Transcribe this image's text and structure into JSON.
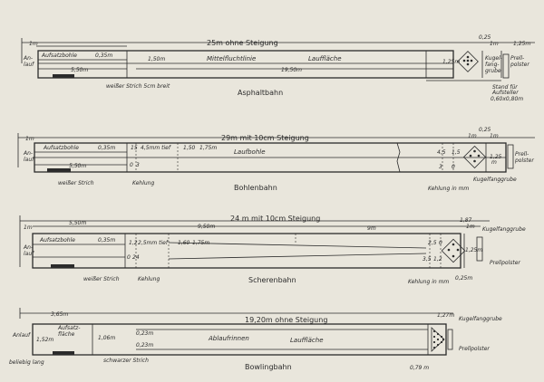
{
  "asphalt": {
    "title": "Asphaltbahn",
    "top_dim": "25m ohne Steigung",
    "left_1m": "1m",
    "anlauf": "An-",
    "anlauf2": "lauf",
    "aufsatzbohle": "Aufsatzbohle",
    "d_035": "0,35m",
    "d_550": "5,50m",
    "d_150": "1,50m",
    "mittelfluchtlinie": "Mittelfluchtlinie",
    "laufflaeche": "Lauffläche",
    "d_1950": "19,50m",
    "weisser_strich": "weißer Strich 5cm breit",
    "d_025": "0,25",
    "d_1m": "1m",
    "d_125": "1,25m",
    "d_125v": "1,25m",
    "kugelfanggrube": "Kugel-",
    "kugelfanggrube2": "fang-",
    "kugelfanggrube3": "grube",
    "prellpolster": "Prell-",
    "prellpolster2": "polster",
    "stand1": "Stand für",
    "stand2": "Aufsteller",
    "stand3": "0,60x0,80m"
  },
  "bohlen": {
    "title": "Bohlenbahn",
    "top_dim": "29m mit 10cm Steigung",
    "left_1m": "1m",
    "anlauf": "An-",
    "anlauf2": "lauf",
    "aufsatzbohle": "Aufsatzbohle",
    "d_035": "0,35m",
    "d_15": "15",
    "d_45": "4,5mm tief",
    "d_150": "1,50",
    "d_175": "1,75m",
    "laufbohle": "Laufbohle",
    "d_550": "5,50m",
    "d_0": "0",
    "d_3": "3",
    "weisser_strich": "weißer Strich",
    "kehlung": "Kehlung",
    "kehlung_mm": "Kehlung in mm",
    "d_025": "0,25",
    "d_1m": "1m",
    "d_1m2": "1m",
    "d_45b": "4,5",
    "d_15b": "1,5",
    "d_3b": "3",
    "d_0b": "0",
    "d_125v": "1,25",
    "d_125v2": "m",
    "prellpolster": "Prell-",
    "prellpolster2": "polster",
    "kugelfanggrube": "Kugelfanggrube"
  },
  "scheren": {
    "title": "Scherenbahn",
    "top_dim": "24 m mit 10cm Steigung",
    "left_1m": "1m",
    "anlauf": "An-",
    "anlauf2": "lauf",
    "d_550": "5,50m",
    "d_950": "9,50m",
    "d_9m": "9m",
    "aufsatzbohle": "Aufsatzbohle",
    "d_035": "0,35m",
    "d_12": "1,2",
    "d_25": "2,5mm tief",
    "d_160": "1,60",
    "d_175": "1,75m",
    "d_0": "0",
    "d_24": "24",
    "weisser_strich": "weißer Strich",
    "kehlung": "Kehlung",
    "kehlung_mm": "Kehlung in mm",
    "d_187": "1,87",
    "d_1m": "1m",
    "kugelfanggrube": "Kugelfanggrube",
    "prellpolster": "Prellpolster",
    "d_125v": "1,25m",
    "d_025": "0,25m",
    "d_25b": "2,5",
    "d_0b": "0",
    "d_35": "3,5",
    "d_12b": "1,2"
  },
  "bowling": {
    "title": "Bowlingbahn",
    "top_dim": "19,20m ohne Steigung",
    "d_365": "3,65m",
    "anlauf": "Anlauf",
    "anlauf_len": "beliebig lang",
    "d_152": "1,52m",
    "aufsatzflaeche": "Aufsatz-",
    "aufsatzflaeche2": "fläche",
    "d_106": "1,06m",
    "d_023a": "0,23m",
    "d_023b": "0,23m",
    "ablaufrinnen": "Ablaufrinnen",
    "laufflaeche": "Lauffläche",
    "schwarzer_strich": "schwarzer Strich",
    "d_127": "1,27m",
    "kugelfanggrube": "Kugelfanggrube",
    "prellpolster": "Prellpolster",
    "d_079": "0,79 m"
  }
}
